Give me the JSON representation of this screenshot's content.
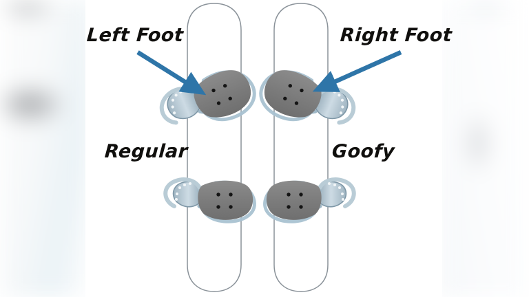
{
  "image": {
    "title": "Snowboard stance diagram: Regular vs Goofy",
    "background_color": "#ffffff",
    "accent_color": "#2E75A8",
    "board_outline_color": "#8a9299",
    "binding_base_color": "#7d7d7d",
    "binding_strap_color": "#b9ccd6"
  },
  "labels": {
    "left_foot": "Left Foot",
    "right_foot": "Right Foot",
    "regular": "Regular",
    "goofy": "Goofy"
  },
  "boards": [
    {
      "name": "regular-board",
      "stance_label": "Regular",
      "lead_foot": "Left Foot",
      "front_binding": {
        "position": "upper",
        "angle_deg": -22,
        "mount_holes": 4
      },
      "rear_binding": {
        "position": "lower",
        "angle_deg": 0,
        "mount_holes": 4
      }
    },
    {
      "name": "goofy-board",
      "stance_label": "Goofy",
      "lead_foot": "Right Foot",
      "front_binding": {
        "position": "upper",
        "angle_deg": 22,
        "mount_holes": 4
      },
      "rear_binding": {
        "position": "lower",
        "angle_deg": 0,
        "mount_holes": 4
      }
    }
  ],
  "annotations": [
    {
      "name": "left-foot-arrow",
      "label": "Left Foot",
      "points_to": "regular-board-front-binding"
    },
    {
      "name": "right-foot-arrow",
      "label": "Right Foot",
      "points_to": "goofy-board-front-binding"
    }
  ]
}
